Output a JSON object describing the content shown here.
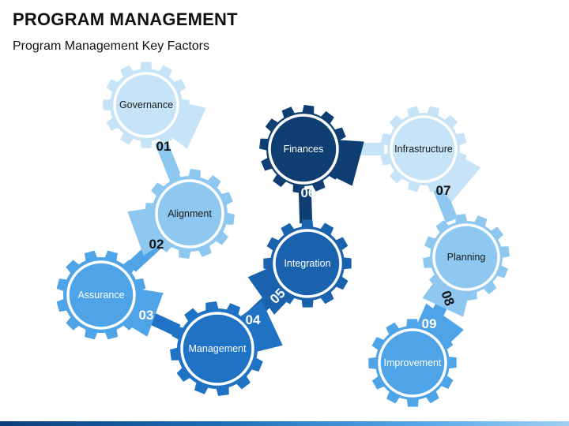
{
  "header": {
    "title": "PROGRAM MANAGEMENT",
    "subtitle": "Program Management Key Factors"
  },
  "gears": [
    {
      "label": "Governance",
      "number": "01",
      "fill": "#c6e3f8",
      "text_color": "#1a1a1a",
      "num_color": "#111111"
    },
    {
      "label": "Alignment",
      "number": "02",
      "fill": "#8ec8f1",
      "text_color": "#1a1a1a",
      "num_color": "#111111"
    },
    {
      "label": "Assurance",
      "number": "03",
      "fill": "#4ea4e6",
      "text_color": "#ffffff",
      "num_color": "#ffffff"
    },
    {
      "label": "Management",
      "number": "04",
      "fill": "#1f72c4",
      "text_color": "#ffffff",
      "num_color": "#ffffff"
    },
    {
      "label": "Integration",
      "number": "05",
      "fill": "#1a62ad",
      "text_color": "#ffffff",
      "num_color": "#ffffff"
    },
    {
      "label": "Finances",
      "number": "06",
      "fill": "#0e3e72",
      "text_color": "#ffffff",
      "num_color": "#ffffff"
    },
    {
      "label": "Infrastructure",
      "number": "07",
      "fill": "#c6e3f8",
      "text_color": "#1a1a1a",
      "num_color": "#111111"
    },
    {
      "label": "Planning",
      "number": "08",
      "fill": "#8ec8f1",
      "text_color": "#1a1a1a",
      "num_color": "#111111"
    },
    {
      "label": "Improvement",
      "number": "09",
      "fill": "#4ea4e6",
      "text_color": "#ffffff",
      "num_color": "#ffffff"
    }
  ]
}
